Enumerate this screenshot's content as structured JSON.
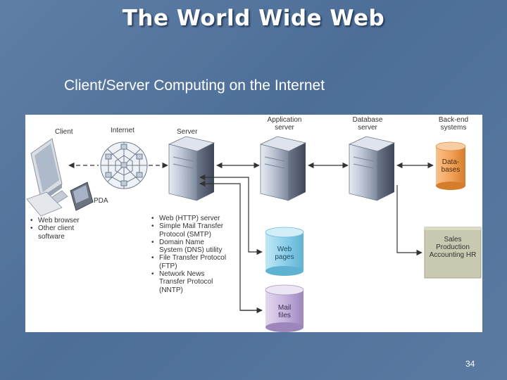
{
  "slide": {
    "title": "The World Wide Web",
    "subtitle": "Client/Server Computing on the Internet",
    "page_number": "34"
  },
  "diagram": {
    "labels": {
      "client": "Client",
      "internet": "Internet",
      "server": "Server",
      "application_server": "Application server",
      "database_server": "Database server",
      "backend_systems": "Back-end systems",
      "pda": "PDA",
      "databases": "Data-bases",
      "web_pages": "Web pages",
      "mail_files": "Mail files",
      "backend_apps": "Sales Production Accounting HR"
    },
    "client_items": [
      "Web browser",
      "Other client software"
    ],
    "server_items": [
      "Web (HTTP) server",
      "Simple Mail Transfer Protocol (SMTP)",
      "Domain Name System (DNS) utility",
      "File Transfer Protocol (FTP)",
      "Network News Transfer Protocol (NNTP)"
    ]
  },
  "colors": {
    "background": "#5677a0",
    "databases_cylinder": "#f3a35a",
    "web_pages_cylinder": "#8ed0ea",
    "mail_files_cylinder": "#c6b4dc",
    "backend_box": "#c9c8b0"
  }
}
